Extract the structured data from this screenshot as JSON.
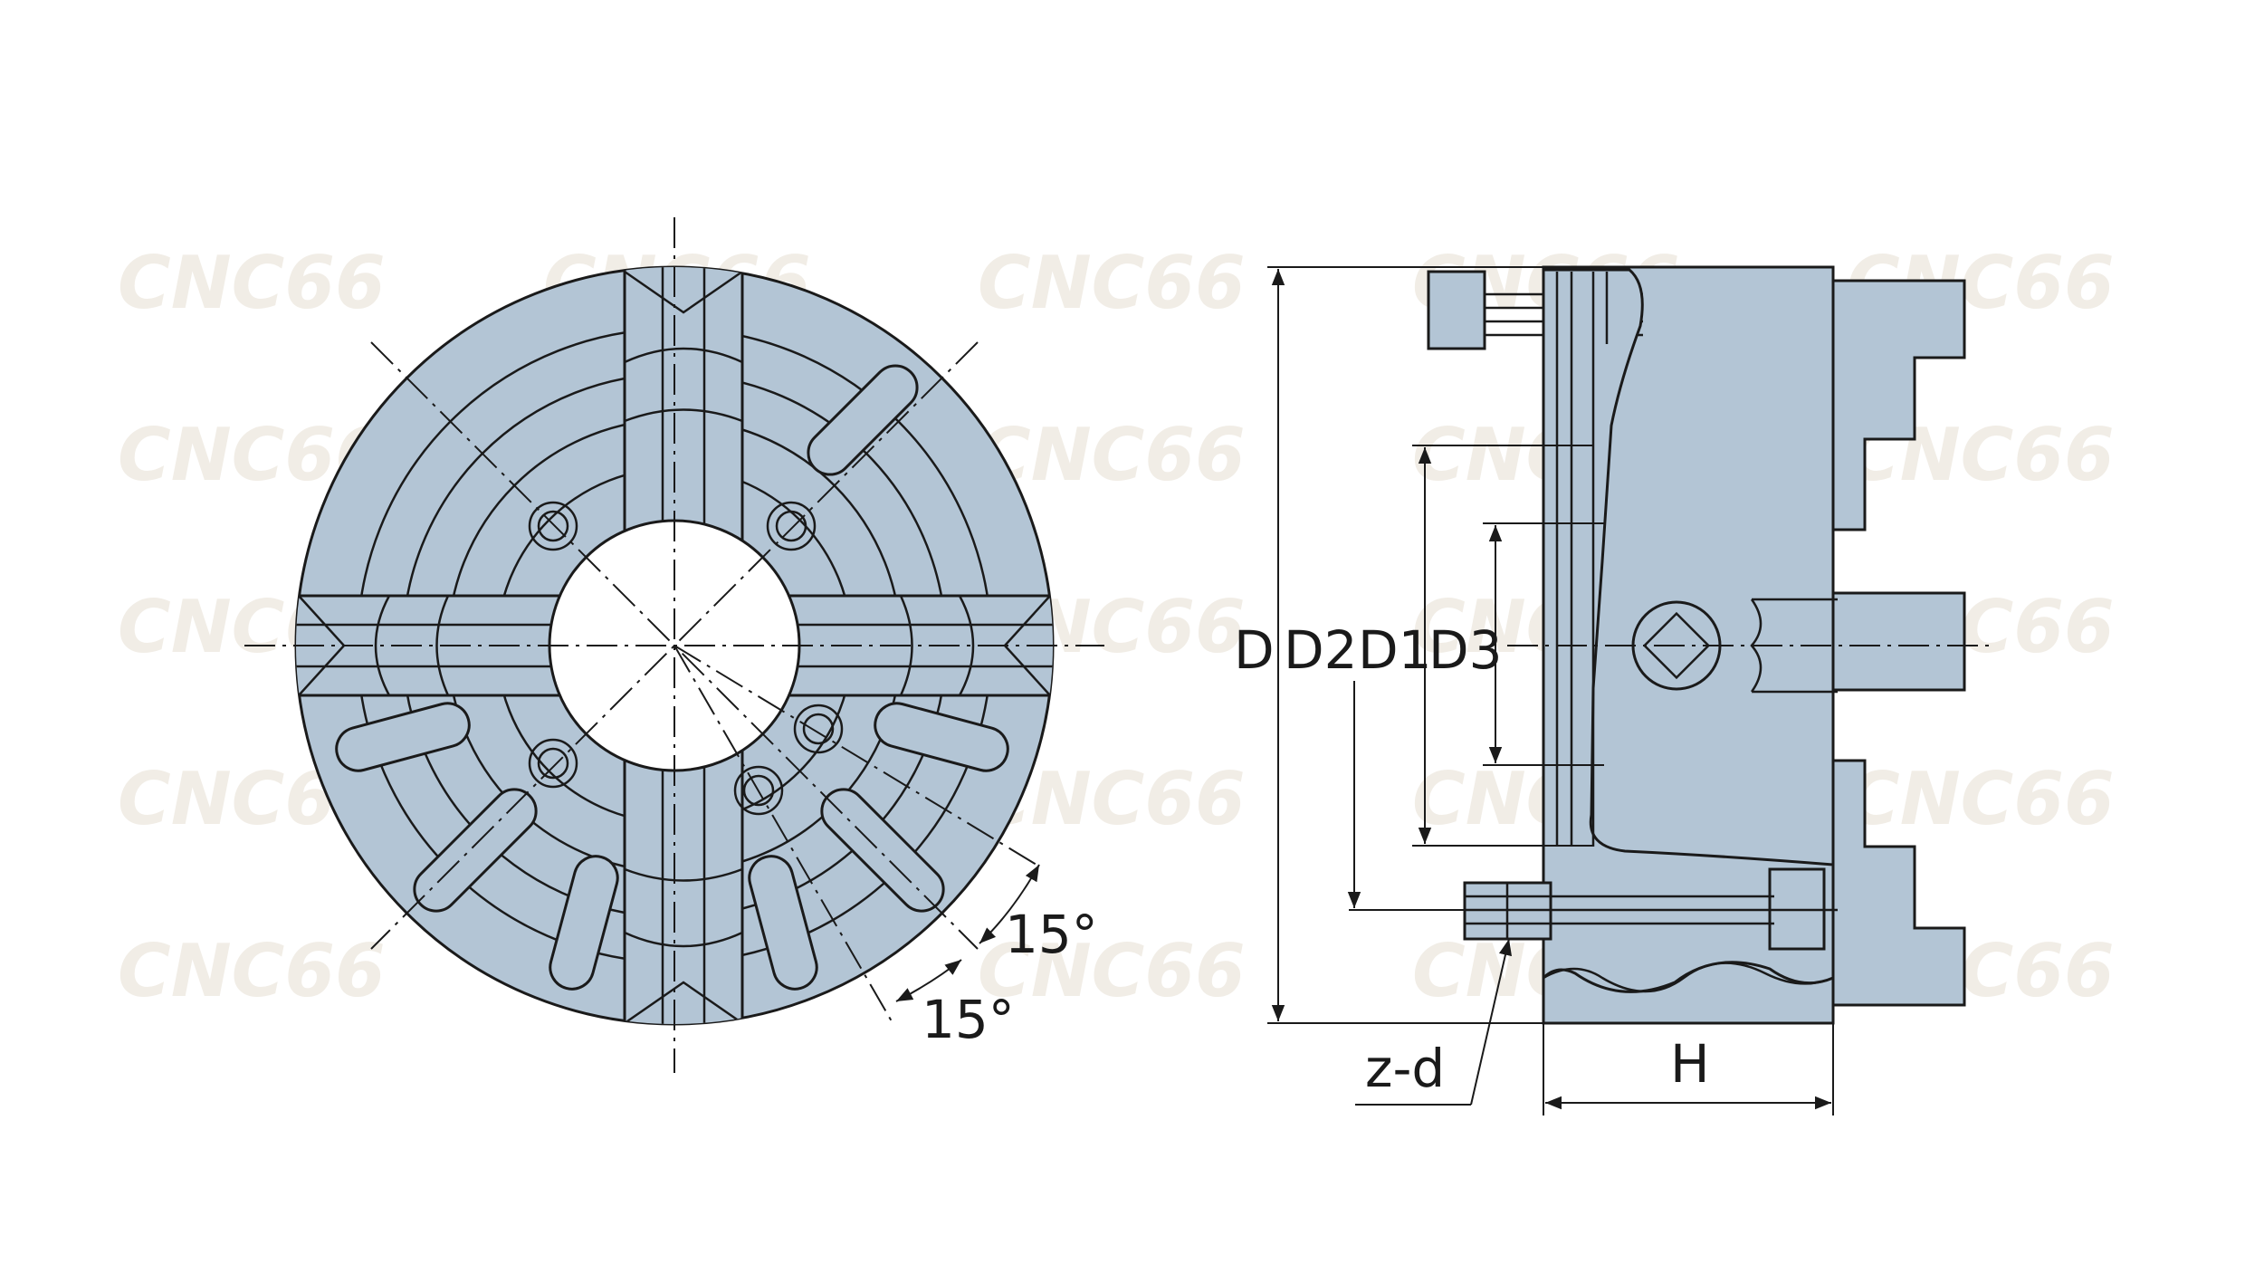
{
  "watermark": "CNC66",
  "colors": {
    "part_fill": "#b3c5d5",
    "line": "#1a1a1a",
    "watermark": "#f1ede6"
  },
  "labels": {
    "angle_a": "15°",
    "angle_b": "15°",
    "d": "D",
    "d2": "D2",
    "d1": "D1",
    "d3": "D3",
    "zd": "z-d",
    "h": "H"
  }
}
